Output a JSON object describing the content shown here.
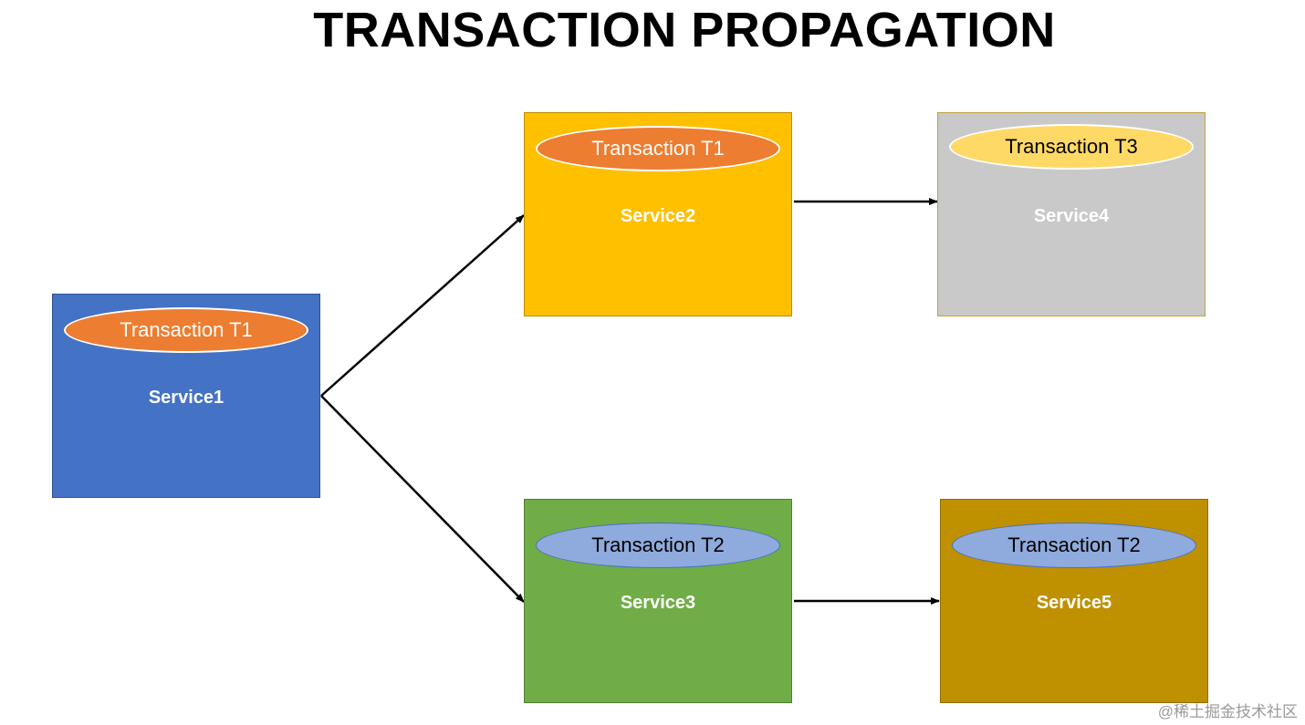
{
  "title": "TRANSACTION PROPAGATION",
  "nodes": {
    "service1": {
      "name": "Service1",
      "transaction": "Transaction T1",
      "color": "#4472C4",
      "ellipse_color": "#ED7D31"
    },
    "service2": {
      "name": "Service2",
      "transaction": "Transaction T1",
      "color": "#FFC000",
      "ellipse_color": "#ED7D31"
    },
    "service3": {
      "name": "Service3",
      "transaction": "Transaction T2",
      "color": "#70AD47",
      "ellipse_color": "#8FAADC"
    },
    "service4": {
      "name": "Service4",
      "transaction": "Transaction T3",
      "color": "#C9C9C9",
      "ellipse_color": "#FFD966"
    },
    "service5": {
      "name": "Service5",
      "transaction": "Transaction T2",
      "color": "#BF9000",
      "ellipse_color": "#8FAADC"
    }
  },
  "edges": [
    {
      "from": "Service1",
      "to": "Service2"
    },
    {
      "from": "Service1",
      "to": "Service3"
    },
    {
      "from": "Service2",
      "to": "Service4"
    },
    {
      "from": "Service3",
      "to": "Service5"
    }
  ],
  "watermark": "@稀土掘金技术社区"
}
